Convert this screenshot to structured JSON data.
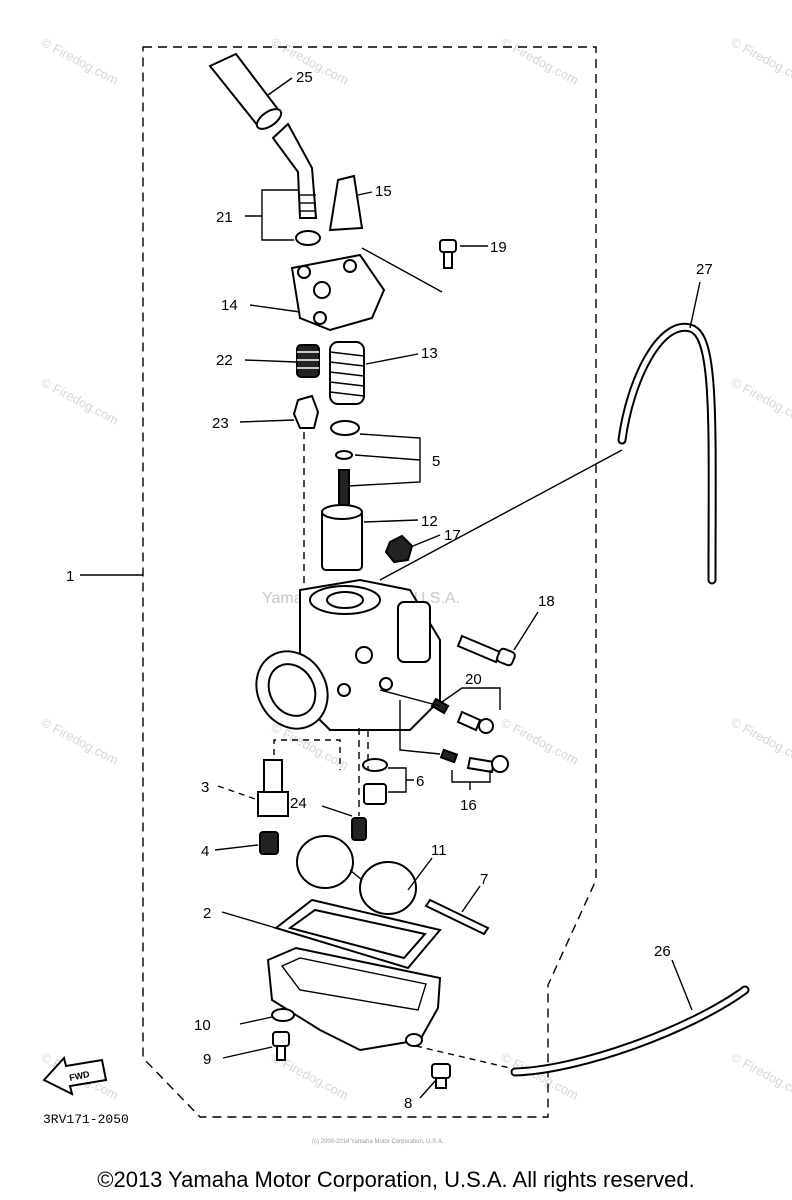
{
  "diagram": {
    "callouts": {
      "p1": "1",
      "p2": "2",
      "p3": "3",
      "p4": "4",
      "p5": "5",
      "p6": "6",
      "p7": "7",
      "p8": "8",
      "p9": "9",
      "p10": "10",
      "p11": "11",
      "p12": "12",
      "p13": "13",
      "p14": "14",
      "p15": "15",
      "p16": "16",
      "p17": "17",
      "p18": "18",
      "p19": "19",
      "p20": "20",
      "p21": "21",
      "p22": "22",
      "p23": "23",
      "p24": "24",
      "p25": "25",
      "p26": "26",
      "p27": "27"
    },
    "diagram_code": "3RV171-2050",
    "forward_label": "FWD",
    "watermarks": {
      "site": "© Firedog.com",
      "center": "Yamaha Motor Corp, U.S.A.",
      "tiny": "(c) 2000-2016 Yamaha Motor Corporation, U.S.A."
    }
  },
  "footer": {
    "copyright": "©2013 Yamaha Motor Corporation, U.S.A. All rights reserved."
  }
}
